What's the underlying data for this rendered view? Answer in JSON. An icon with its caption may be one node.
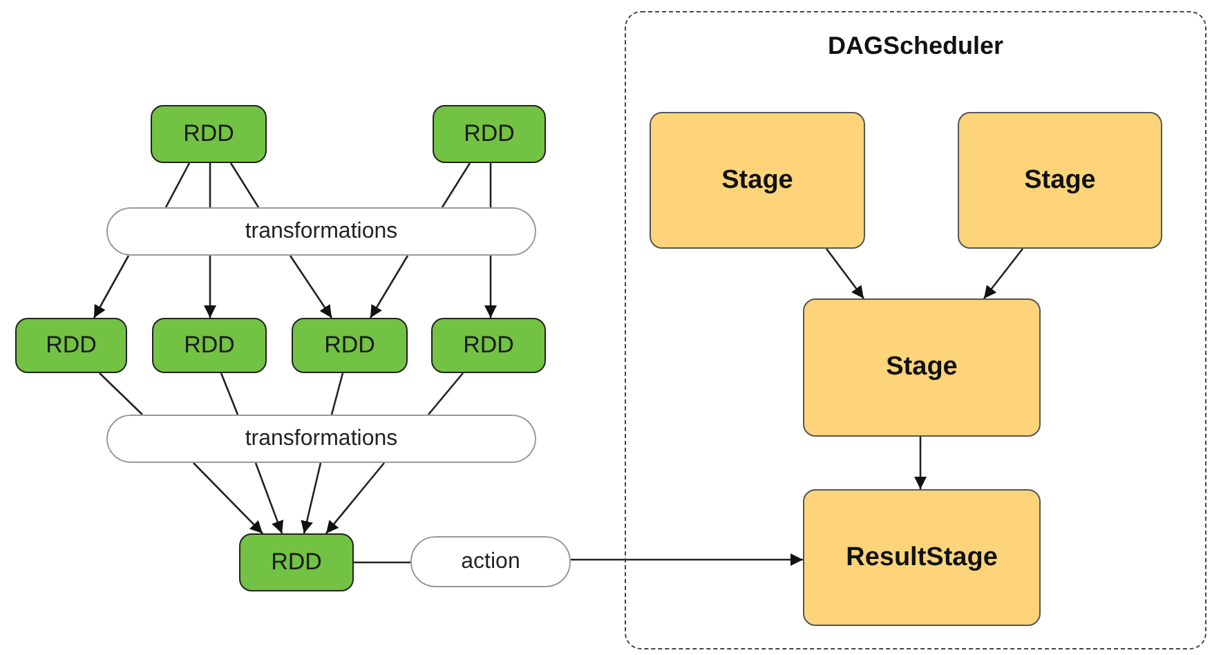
{
  "diagram": {
    "nodes": [
      {
        "text": [
          "RDD"
        ]
      },
      {
        "text": [
          "RDD"
        ]
      },
      {
        "text": [
          "transformations"
        ]
      },
      {
        "text": [
          "RDD"
        ]
      },
      {
        "text": [
          "RDD"
        ]
      },
      {
        "text": [
          "RDD"
        ]
      },
      {
        "text": [
          "RDD"
        ]
      },
      {
        "text": [
          "transformations"
        ]
      },
      {
        "text": [
          "RDD"
        ]
      },
      {
        "text": [
          "action"
        ]
      },
      {
        "text": [
          "DAGScheduler"
        ]
      },
      {
        "text": [
          "Stage"
        ],
        "in": 10
      },
      {
        "text": [
          "Stage"
        ],
        "in": 10
      },
      {
        "text": [
          "Stage"
        ],
        "in": 10
      },
      {
        "text": [
          "ResultStage"
        ],
        "in": 10
      }
    ],
    "edges": [
      {
        "from": 0,
        "to": 2,
        "arrow": "none"
      },
      {
        "from": 0,
        "to": 2,
        "arrow": "none"
      },
      {
        "from": 0,
        "to": 2,
        "arrow": "none"
      },
      {
        "from": 1,
        "to": 2,
        "arrow": "none"
      },
      {
        "from": 1,
        "to": 2,
        "arrow": "none"
      },
      {
        "from": 2,
        "to": 3,
        "arrow": "to"
      },
      {
        "from": 2,
        "to": 4,
        "arrow": "to"
      },
      {
        "from": 2,
        "to": 5,
        "arrow": "to"
      },
      {
        "from": 2,
        "to": 5,
        "arrow": "to"
      },
      {
        "from": 2,
        "to": 6,
        "arrow": "to"
      },
      {
        "from": 3,
        "to": 7,
        "arrow": "none"
      },
      {
        "from": 4,
        "to": 7,
        "arrow": "none"
      },
      {
        "from": 5,
        "to": 7,
        "arrow": "none"
      },
      {
        "from": 6,
        "to": 7,
        "arrow": "none"
      },
      {
        "from": 7,
        "to": 8,
        "arrow": "to"
      },
      {
        "from": 7,
        "to": 8,
        "arrow": "to"
      },
      {
        "from": 7,
        "to": 8,
        "arrow": "to"
      },
      {
        "from": 7,
        "to": 8,
        "arrow": "to"
      },
      {
        "from": 8,
        "to": 9,
        "arrow": "none"
      },
      {
        "from": 9,
        "to": 14,
        "arrow": "to"
      },
      {
        "from": 11,
        "to": 13,
        "arrow": "to"
      },
      {
        "from": 12,
        "to": 13,
        "arrow": "to"
      },
      {
        "from": 13,
        "to": 14,
        "arrow": "to"
      }
    ]
  }
}
